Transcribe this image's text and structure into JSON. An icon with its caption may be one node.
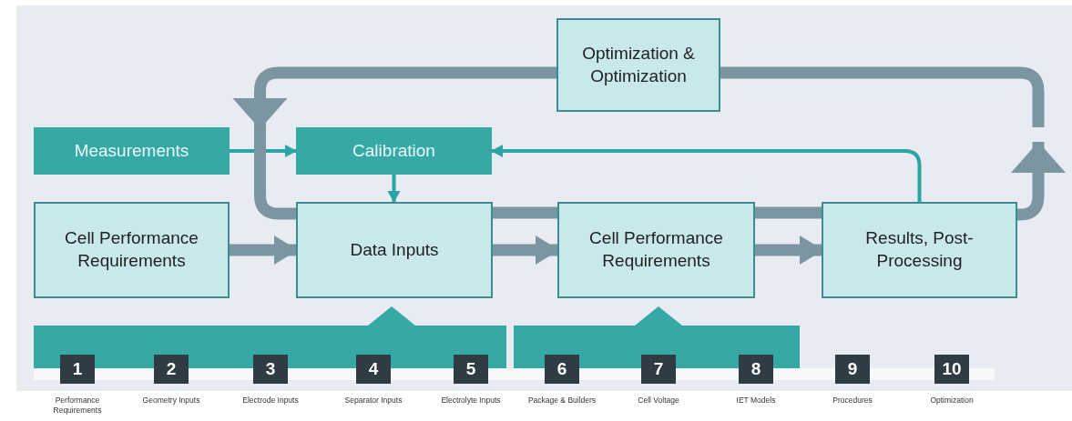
{
  "diagram": {
    "nodes": [
      {
        "text": [
          "Optimization & Optimization"
        ]
      },
      {
        "text": [
          "Measurements"
        ]
      },
      {
        "text": [
          "Calibration"
        ]
      },
      {
        "text": [
          "Cell Performance Requirements"
        ]
      },
      {
        "text": [
          "Data Inputs"
        ]
      },
      {
        "text": [
          "Cell Performance Requirements"
        ]
      },
      {
        "text": [
          "Results, Post-Processing"
        ]
      },
      {
        "text": [],
        "shape": "bar"
      },
      {
        "text": [],
        "shape": "bar"
      },
      {
        "text": [
          "1"
        ],
        "beside": [
          "Performance Requirements"
        ]
      },
      {
        "text": [
          "2"
        ],
        "beside": [
          "Geometry Inputs"
        ]
      },
      {
        "text": [
          "3"
        ],
        "beside": [
          "Electrode Inputs"
        ]
      },
      {
        "text": [
          "4"
        ],
        "beside": [
          "Separator Inputs"
        ]
      },
      {
        "text": [
          "5"
        ],
        "beside": [
          "Electrolyte Inputs"
        ]
      },
      {
        "text": [
          "6"
        ],
        "beside": [
          "Package & Builders"
        ]
      },
      {
        "text": [
          "7"
        ],
        "beside": [
          "Cell Voltage"
        ]
      },
      {
        "text": [
          "8"
        ],
        "beside": [
          "IET Models"
        ]
      },
      {
        "text": [
          "9"
        ],
        "beside": [
          "Procedures"
        ]
      },
      {
        "text": [
          "10"
        ],
        "beside": [
          "Optimization"
        ]
      },
      {
        "text": [],
        "shape": "box"
      }
    ],
    "edges": [
      {
        "from": 3,
        "to": 4,
        "arrow": "to"
      },
      {
        "from": 4,
        "to": 5,
        "arrow": "to"
      },
      {
        "from": 5,
        "to": 6,
        "arrow": "to"
      },
      {
        "from": 1,
        "to": 2,
        "arrow": "to",
        "color": "#2ba5a3"
      },
      {
        "from": 2,
        "to": 4,
        "arrow": "to",
        "color": "#2ba5a3"
      },
      {
        "from": 6,
        "to": 2,
        "arrow": "to",
        "color": "#2ba5a3"
      },
      {
        "from": 6,
        "to": null,
        "arrow": "to"
      },
      {
        "from": 0,
        "to": null,
        "arrow": "none"
      },
      {
        "from": 0,
        "to": 19,
        "arrow": "to"
      },
      {
        "from": 19,
        "to": 4,
        "arrow": "none"
      },
      {
        "from": 4,
        "to": 5,
        "arrow": "none"
      },
      {
        "from": 5,
        "to": 6,
        "arrow": "none"
      }
    ]
  }
}
